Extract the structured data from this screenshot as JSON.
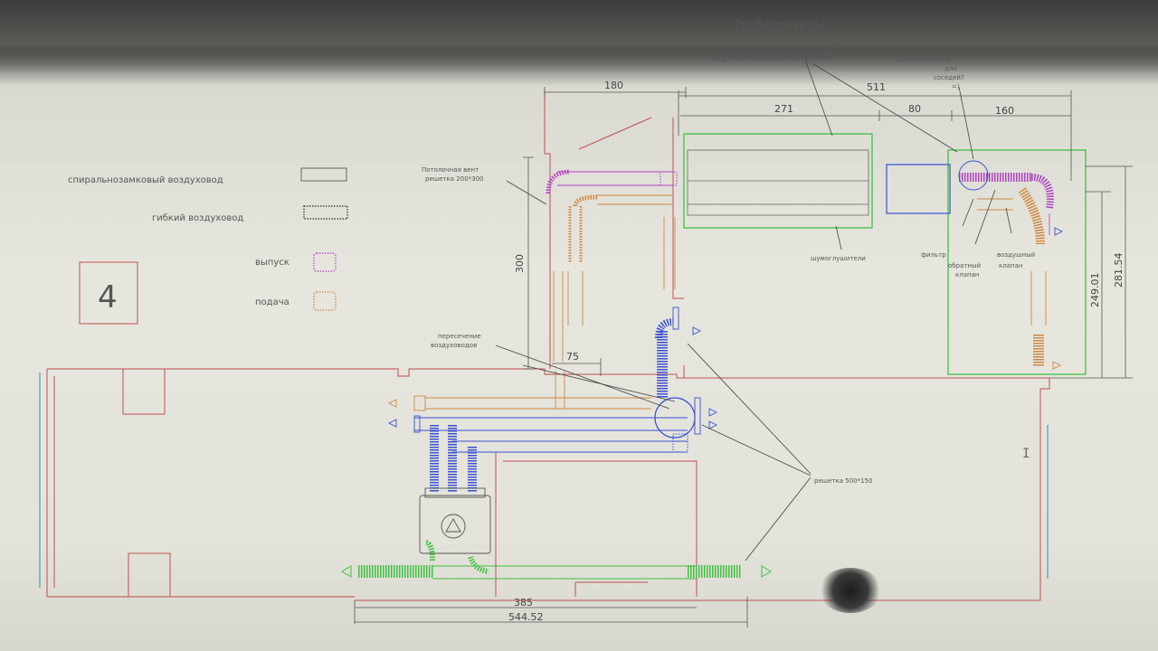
{
  "legend": {
    "spiral_duct": "спиральнозамковый воздуховод",
    "flexible_duct": "гибкий воздуховод",
    "exhaust": "выпуск",
    "supply": "подача"
  },
  "room_number": "4",
  "labels": {
    "pipes_title_1": "Трубопроводы",
    "pipes_title_2": "с",
    "pipes_title_3": "шумоподавлением",
    "silencer_neighbors_1": "шумоглушитель",
    "silencer_neighbors_2": "для",
    "silencer_neighbors_3": "соседей?",
    "silencer_neighbors_4": "=)",
    "ceiling_grille_1": "Потолочная вент",
    "ceiling_grille_2": "решетка 200*300",
    "silencers": "шумоглушители",
    "filter": "фильтр",
    "check_valve_1": "обратный",
    "check_valve_2": "клапан",
    "air_valve_1": "воздушный",
    "air_valve_2": "клапан",
    "crossing_1": "пересечение",
    "crossing_2": "воздуховодов",
    "grille_500": "решетка 500*150"
  },
  "dimensions": {
    "d180": "180",
    "d511": "511",
    "d271": "271",
    "d80": "80",
    "d160": "160",
    "d300": "300",
    "d75": "75",
    "d249": "249.01",
    "d281": "281.54",
    "d385": "385",
    "d544": "544.52"
  },
  "colors": {
    "exhaust": "#b040c0",
    "supply": "#d08840",
    "blue_duct": "#3a50d0",
    "green": "#40c040",
    "wall": "#c05050"
  }
}
